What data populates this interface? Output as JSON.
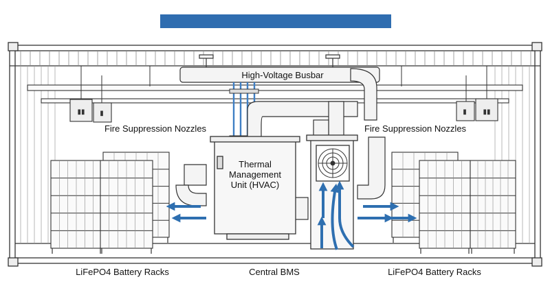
{
  "header": {
    "bar_color": "#2f6db0"
  },
  "labels": {
    "busbar": "High-Voltage Busbar",
    "fire_left": "Fire Suppression Nozzles",
    "fire_right": "Fire Suppression Nozzles",
    "hvac_line1": "Thermal",
    "hvac_line2": "Management",
    "hvac_line3": "Unit (HVAC)",
    "racks_left": "LiFePO4 Battery Racks",
    "bms": "Central BMS",
    "racks_right": "LiFePO4 Battery Racks"
  },
  "colors": {
    "line": "#333333",
    "airflow": "#2e6fb0",
    "cable": "#3f7fc4",
    "fill": "#f7f7f7"
  },
  "icons": [
    "fan-icon",
    "nozzle-icon",
    "airflow-arrow-icon"
  ]
}
